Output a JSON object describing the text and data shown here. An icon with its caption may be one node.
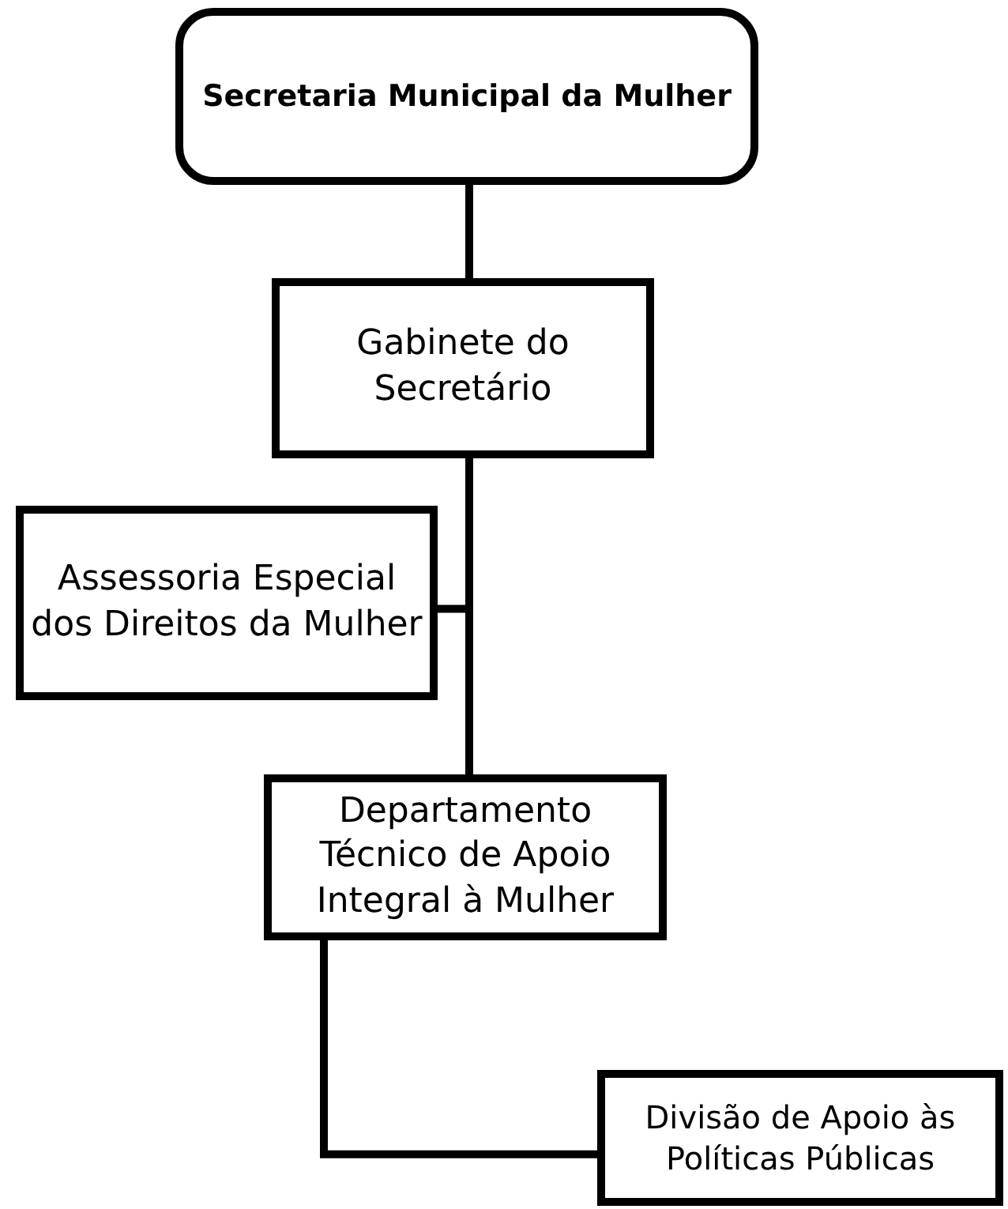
{
  "diagram": {
    "nodes": [
      {
        "text": [
          "Secretaria Municipal da Mulher"
        ]
      },
      {
        "text": [
          "Gabinete do Secretário"
        ]
      },
      {
        "text": [
          "Assessoria Especial dos Direitos da Mulher"
        ]
      },
      {
        "text": [
          "Departamento Técnico de Apoio Integral à Mulher"
        ]
      },
      {
        "text": [
          "Divisão de Apoio às Políticas Públicas"
        ]
      }
    ],
    "edges": [
      {
        "from": 0,
        "to": 1,
        "arrow": "none"
      },
      {
        "from": 1,
        "to": 2,
        "arrow": "none"
      },
      {
        "from": 1,
        "to": 3,
        "arrow": "none"
      },
      {
        "from": 3,
        "to": 4,
        "arrow": "none"
      }
    ]
  }
}
